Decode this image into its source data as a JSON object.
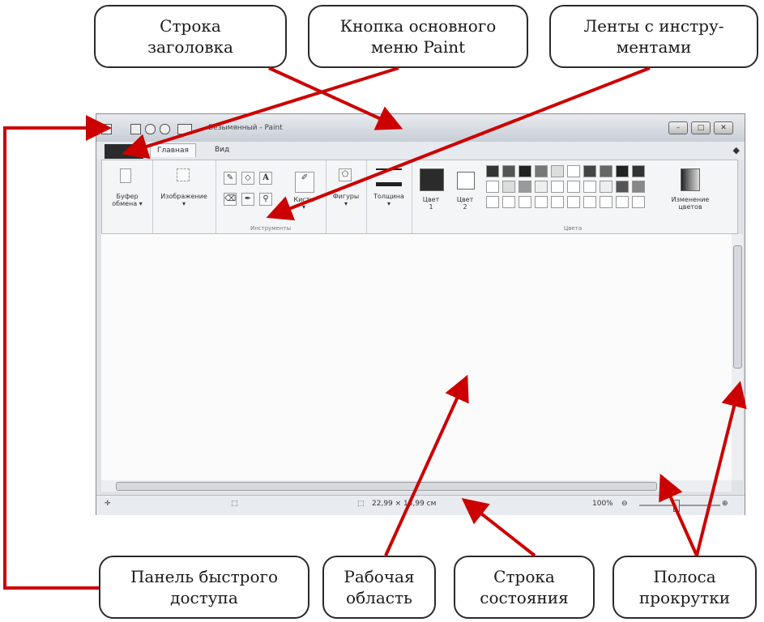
{
  "callouts": {
    "title_bar": "Строка\nзаголовка",
    "main_menu": "Кнопка основного\nменю Paint",
    "ribbons": "Ленты с инстру-\nментами",
    "quick_access": "Панель быстрого\nдоступа",
    "work_area": "Рабочая\nобласть",
    "status_bar": "Строка\nсостояния",
    "scrollbars": "Полоса\nпрокрутки"
  },
  "paint": {
    "window_title": "Безымянный - Paint",
    "tabs": [
      "Главная",
      "Вид"
    ],
    "ribbon": {
      "clipboard": "Буфер\nобмена ▾",
      "image": "Изображение\n▾",
      "tools_group": "Инструменты",
      "brushes": "Кисти\n▾",
      "shapes": "Фигуры\n▾",
      "thickness": "Толщина\n▾",
      "color1": "Цвет\n1",
      "color2": "Цвет\n2",
      "colors_group": "Цвета",
      "edit_colors": "Изменение\nцветов"
    },
    "status": {
      "size": "22,99 × 13,99 см",
      "zoom": "100%"
    }
  },
  "colors": {
    "arrow": "#cc0000"
  }
}
